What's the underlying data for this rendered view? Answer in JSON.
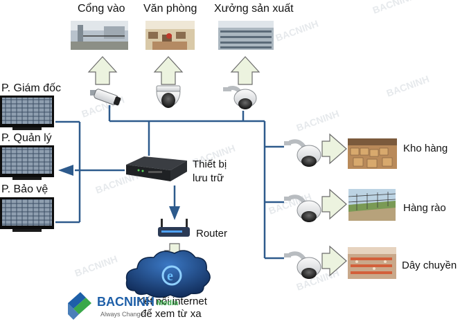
{
  "top_locations": [
    {
      "label": "Cổng vào",
      "photo": "entrance-gate-photo"
    },
    {
      "label": "Văn phòng",
      "photo": "office-photo"
    },
    {
      "label": "Xưởng sản xuất",
      "photo": "factory-floor-photo"
    }
  ],
  "monitor_rooms": [
    {
      "label": "P. Giám đốc"
    },
    {
      "label": "P. Quản lý"
    },
    {
      "label": "P. Bảo vệ"
    }
  ],
  "right_locations": [
    {
      "label": "Kho hàng",
      "photo": "warehouse-photo"
    },
    {
      "label": "Hàng rào",
      "photo": "fence-photo"
    },
    {
      "label": "Dây chuyền",
      "photo": "production-line-photo"
    }
  ],
  "storage": {
    "line1": "Thiết bị",
    "line2": "lưu trữ"
  },
  "router": {
    "label": "Router"
  },
  "internet": {
    "line1": "Kết nối internet",
    "line2": "để xem từ xa"
  },
  "logo": {
    "brand": "BACNINH",
    "sub": "Media",
    "tagline": "Always Change"
  },
  "watermark": {
    "text": "BACNINH Media"
  },
  "colors": {
    "line": "#2d5a8c",
    "arrow_fill": "#ecf3df",
    "arrow_stroke": "#6b6b6b",
    "logo_blue": "#1e5fa8",
    "logo_green": "#3aa84a",
    "cloud": "#1f4f8f"
  }
}
